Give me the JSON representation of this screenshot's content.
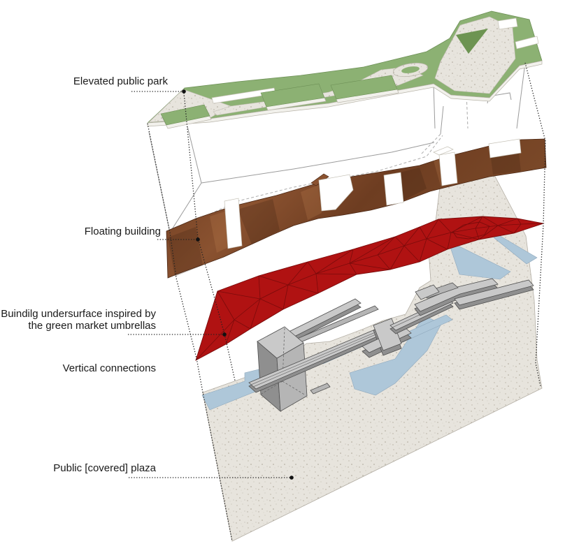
{
  "title": "Exploded axonometric diagram of building layers",
  "labels": {
    "elevated_park": "Elevated public park",
    "floating_building": "Floating building",
    "undersurface_line1": "Buindilg undersurface inspired by",
    "undersurface_line2": "the green market umbrellas",
    "vertical_connections": "Vertical connections",
    "public_plaza": "Public [covered] plaza"
  },
  "layers": [
    {
      "name": "elevated-public-park",
      "color_key": "park_green"
    },
    {
      "name": "floating-building",
      "color_key": "copper"
    },
    {
      "name": "building-undersurface-umbrella-mesh",
      "color_key": "mesh_red"
    },
    {
      "name": "vertical-connections",
      "color_key": "connector_gray"
    },
    {
      "name": "public-covered-plaza",
      "color_key": "concrete"
    }
  ],
  "colors": {
    "park_green": "#8cb173",
    "park_green_dark": "#6d9452",
    "concrete": "#e7e4dd",
    "copper": "#7c4526",
    "copper_dark": "#5a2f1a",
    "mesh_red": "#b01212",
    "mesh_line": "#7a0b0b",
    "water_blue": "#aec7d9",
    "connector_gray": "#bdbdbd",
    "background": "#ffffff",
    "label_text": "#1a1a1a"
  }
}
